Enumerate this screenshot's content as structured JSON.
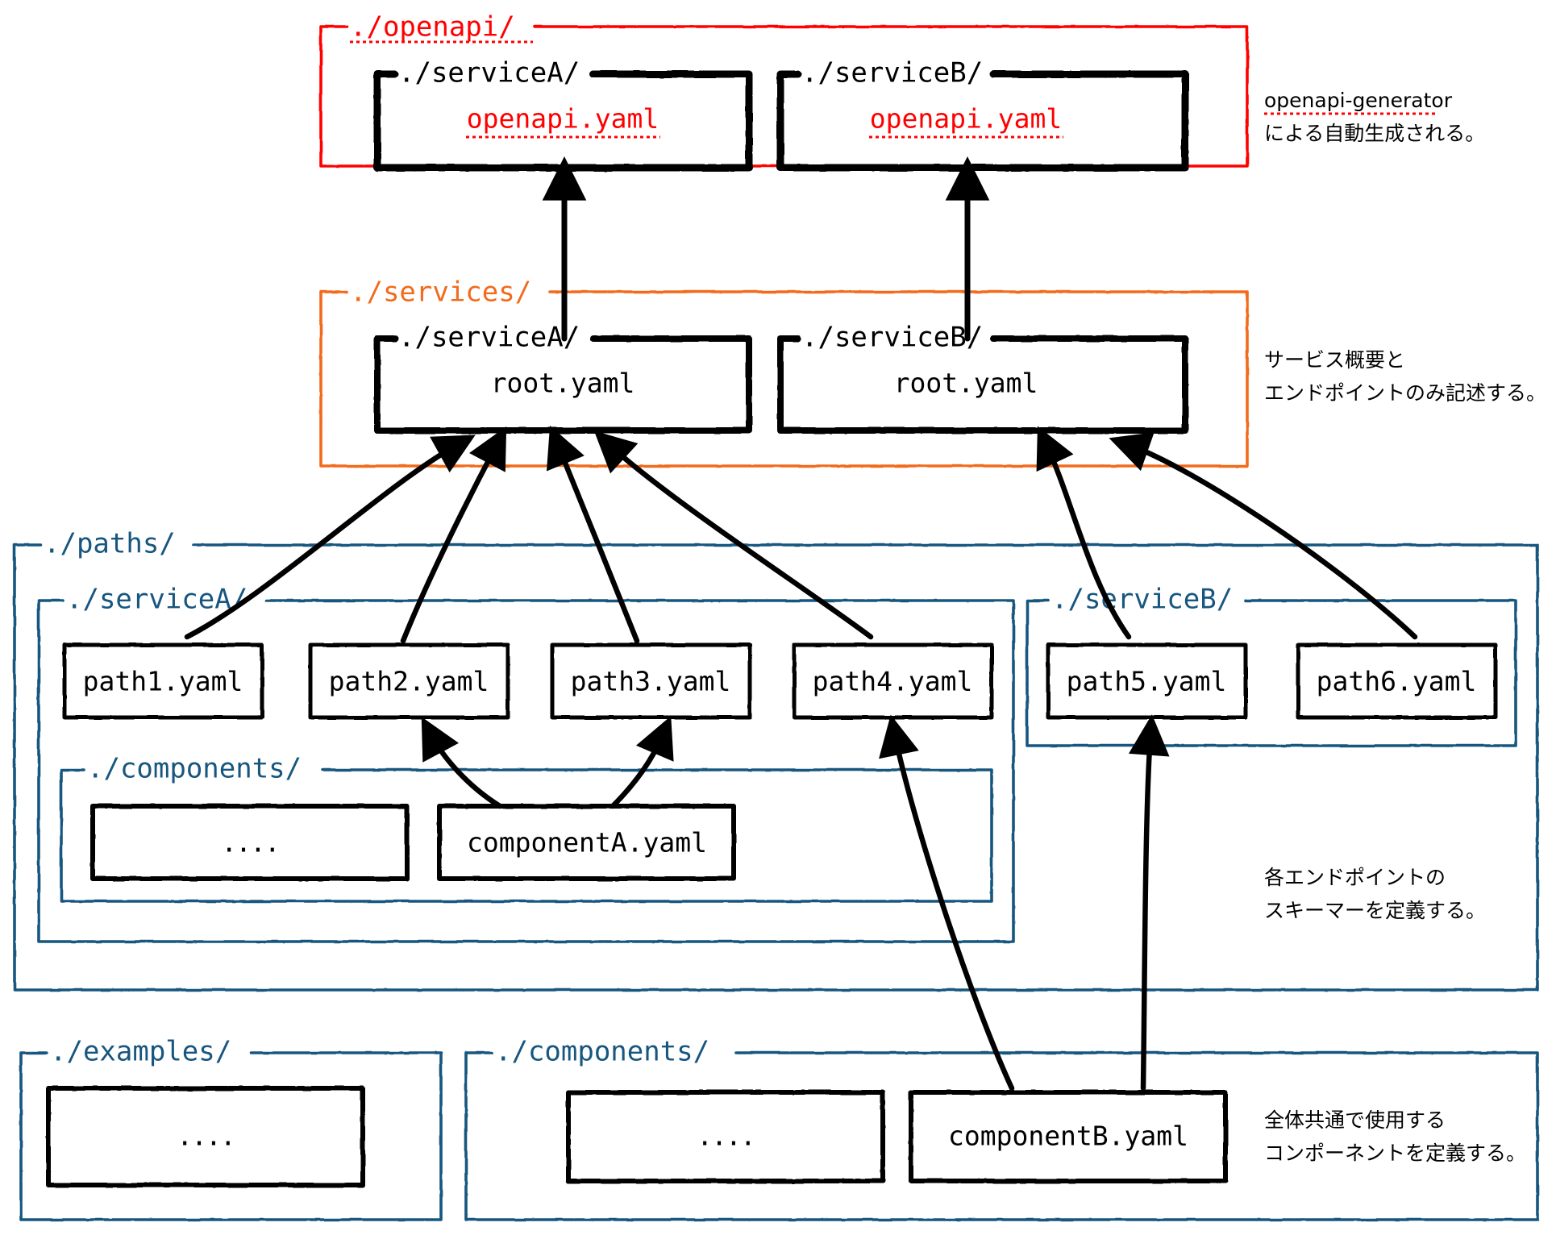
{
  "diagram": {
    "title": "OpenAPI directory structure diagram",
    "colors": {
      "red": "#ff0000",
      "orange": "#f26b1d",
      "blue": "#17567f",
      "black": "#000000",
      "background": "#ffffff"
    },
    "groups": [
      {
        "id": "openapi",
        "label": "./openapi/",
        "color": "red"
      },
      {
        "id": "openapi-serviceA",
        "label": "./serviceA/",
        "color": "black"
      },
      {
        "id": "openapi-serviceB",
        "label": "./serviceB/",
        "color": "black"
      },
      {
        "id": "services",
        "label": "./services/",
        "color": "orange"
      },
      {
        "id": "services-serviceA",
        "label": "./serviceA/",
        "color": "black"
      },
      {
        "id": "services-serviceB",
        "label": "./serviceB/",
        "color": "black"
      },
      {
        "id": "paths",
        "label": "./paths/",
        "color": "blue"
      },
      {
        "id": "paths-serviceA",
        "label": "./serviceA/",
        "color": "blue"
      },
      {
        "id": "paths-serviceA-components",
        "label": "./components/",
        "color": "blue"
      },
      {
        "id": "paths-serviceB",
        "label": "./serviceB/",
        "color": "blue"
      },
      {
        "id": "examples",
        "label": "./examples/",
        "color": "blue"
      },
      {
        "id": "components",
        "label": "./components/",
        "color": "blue"
      }
    ],
    "files": [
      {
        "id": "openapi-a-yaml",
        "label": "openapi.yaml",
        "color": "red",
        "underline": true
      },
      {
        "id": "openapi-b-yaml",
        "label": "openapi.yaml",
        "color": "red",
        "underline": true
      },
      {
        "id": "services-a-root",
        "label": "root.yaml",
        "color": "black",
        "underline": false
      },
      {
        "id": "services-b-root",
        "label": "root.yaml",
        "color": "black",
        "underline": false
      },
      {
        "id": "path1",
        "label": "path1.yaml",
        "color": "black",
        "underline": false
      },
      {
        "id": "path2",
        "label": "path2.yaml",
        "color": "black",
        "underline": false
      },
      {
        "id": "path3",
        "label": "path3.yaml",
        "color": "black",
        "underline": false
      },
      {
        "id": "path4",
        "label": "path4.yaml",
        "color": "black",
        "underline": false
      },
      {
        "id": "path5",
        "label": "path5.yaml",
        "color": "black",
        "underline": false
      },
      {
        "id": "path6",
        "label": "path6.yaml",
        "color": "black",
        "underline": false
      },
      {
        "id": "sa-components-dots",
        "label": "....",
        "color": "black",
        "underline": false
      },
      {
        "id": "componentA",
        "label": "componentA.yaml",
        "color": "black",
        "underline": false
      },
      {
        "id": "examples-dots",
        "label": "....",
        "color": "black",
        "underline": false
      },
      {
        "id": "components-dots",
        "label": "....",
        "color": "black",
        "underline": false
      },
      {
        "id": "componentB",
        "label": "componentB.yaml",
        "color": "black",
        "underline": false
      }
    ],
    "notes": [
      {
        "id": "note-openapi",
        "lines": [
          "openapi-generator",
          "による自動生成される。"
        ],
        "underline_first_line": true,
        "underline_color": "#ff0000"
      },
      {
        "id": "note-services",
        "lines": [
          "サービス概要と",
          "エンドポイントのみ記述する。"
        ],
        "underline_first_line": false,
        "underline_color": ""
      },
      {
        "id": "note-paths",
        "lines": [
          "各エンドポイントの",
          "スキーマーを定義する。"
        ],
        "underline_first_line": false,
        "underline_color": ""
      },
      {
        "id": "note-components",
        "lines": [
          "全体共通で使用する",
          "コンポーネントを定義する。"
        ],
        "underline_first_line": false,
        "underline_color": ""
      }
    ],
    "arrows": [
      {
        "id": "arrow-servicesA-to-openapiA",
        "from": "services-a-root",
        "to": "openapi-a-yaml"
      },
      {
        "id": "arrow-servicesB-to-openapiB",
        "from": "services-b-root",
        "to": "openapi-b-yaml"
      },
      {
        "id": "arrow-path1-to-rootA",
        "from": "path1",
        "to": "services-a-root"
      },
      {
        "id": "arrow-path2-to-rootA",
        "from": "path2",
        "to": "services-a-root"
      },
      {
        "id": "arrow-path3-to-rootA",
        "from": "path3",
        "to": "services-a-root"
      },
      {
        "id": "arrow-path4-to-rootA",
        "from": "path4",
        "to": "services-a-root"
      },
      {
        "id": "arrow-path5-to-rootB",
        "from": "path5",
        "to": "services-b-root"
      },
      {
        "id": "arrow-path6-to-rootB",
        "from": "path6",
        "to": "services-b-root"
      },
      {
        "id": "arrow-componentA-to-path2",
        "from": "componentA",
        "to": "path2"
      },
      {
        "id": "arrow-componentA-to-path3",
        "from": "componentA",
        "to": "path3"
      },
      {
        "id": "arrow-componentB-to-path4",
        "from": "componentB",
        "to": "path4"
      },
      {
        "id": "arrow-componentB-to-path5",
        "from": "componentB",
        "to": "path5"
      }
    ]
  }
}
